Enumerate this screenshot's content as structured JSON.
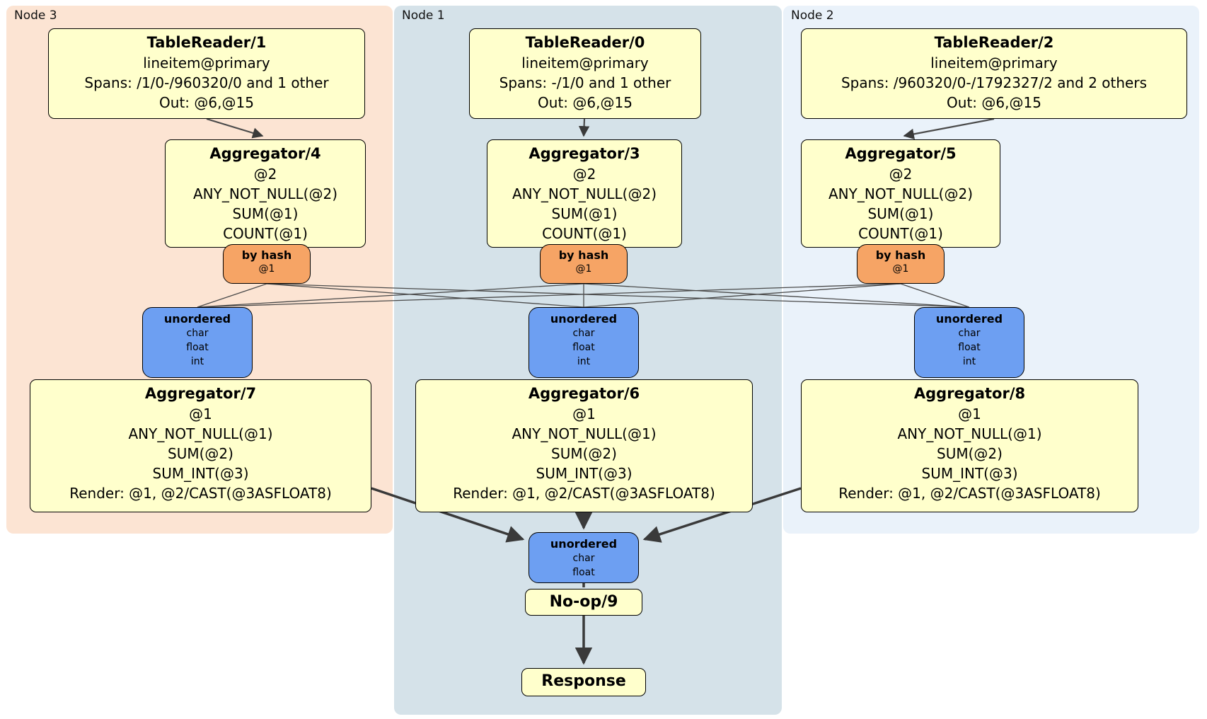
{
  "colors": {
    "region_node3_bg": "#fce4d3",
    "region_node1_bg": "#d5e2e9",
    "region_node2_bg": "#eaf2fa",
    "operator_bg": "#ffffcc",
    "hash_router_bg": "#f6a465",
    "stream_bg": "#6d9ff2",
    "edge": "#4a4a4a"
  },
  "regions": {
    "node3": {
      "label": "Node 3"
    },
    "node1": {
      "label": "Node 1"
    },
    "node2": {
      "label": "Node 2"
    }
  },
  "boxes": {
    "tablereader1": {
      "title": "TableReader/1",
      "lines": [
        "lineitem@primary",
        "Spans: /1/0-/960320/0 and 1 other",
        "Out: @6,@15"
      ]
    },
    "tablereader0": {
      "title": "TableReader/0",
      "lines": [
        "lineitem@primary",
        "Spans: -/1/0 and 1 other",
        "Out: @6,@15"
      ]
    },
    "tablereader2": {
      "title": "TableReader/2",
      "lines": [
        "lineitem@primary",
        "Spans: /960320/0-/1792327/2 and 2 others",
        "Out: @6,@15"
      ]
    },
    "aggregator4": {
      "title": "Aggregator/4",
      "lines": [
        "@2",
        "ANY_NOT_NULL(@2)",
        "SUM(@1)",
        "COUNT(@1)"
      ]
    },
    "aggregator3": {
      "title": "Aggregator/3",
      "lines": [
        "@2",
        "ANY_NOT_NULL(@2)",
        "SUM(@1)",
        "COUNT(@1)"
      ]
    },
    "aggregator5": {
      "title": "Aggregator/5",
      "lines": [
        "@2",
        "ANY_NOT_NULL(@2)",
        "SUM(@1)",
        "COUNT(@1)"
      ]
    },
    "hash3": {
      "title": "by hash",
      "sub": "@1"
    },
    "hash1": {
      "title": "by hash",
      "sub": "@1"
    },
    "hash2": {
      "title": "by hash",
      "sub": "@1"
    },
    "stream3": {
      "title": "unordered",
      "items": [
        "char",
        "float",
        "int"
      ]
    },
    "stream1": {
      "title": "unordered",
      "items": [
        "char",
        "float",
        "int"
      ]
    },
    "stream2": {
      "title": "unordered",
      "items": [
        "char",
        "float",
        "int"
      ]
    },
    "aggregator7": {
      "title": "Aggregator/7",
      "lines": [
        "@1",
        "ANY_NOT_NULL(@1)",
        "SUM(@2)",
        "SUM_INT(@3)",
        "Render: @1, @2/CAST(@3ASFLOAT8)"
      ]
    },
    "aggregator6": {
      "title": "Aggregator/6",
      "lines": [
        "@1",
        "ANY_NOT_NULL(@1)",
        "SUM(@2)",
        "SUM_INT(@3)",
        "Render: @1, @2/CAST(@3ASFLOAT8)"
      ]
    },
    "aggregator8": {
      "title": "Aggregator/8",
      "lines": [
        "@1",
        "ANY_NOT_NULL(@1)",
        "SUM(@2)",
        "SUM_INT(@3)",
        "Render: @1, @2/CAST(@3ASFLOAT8)"
      ]
    },
    "streamfinal": {
      "title": "unordered",
      "items": [
        "char",
        "float"
      ]
    },
    "noop9": {
      "title": "No-op/9"
    },
    "response": {
      "title": "Response"
    }
  }
}
